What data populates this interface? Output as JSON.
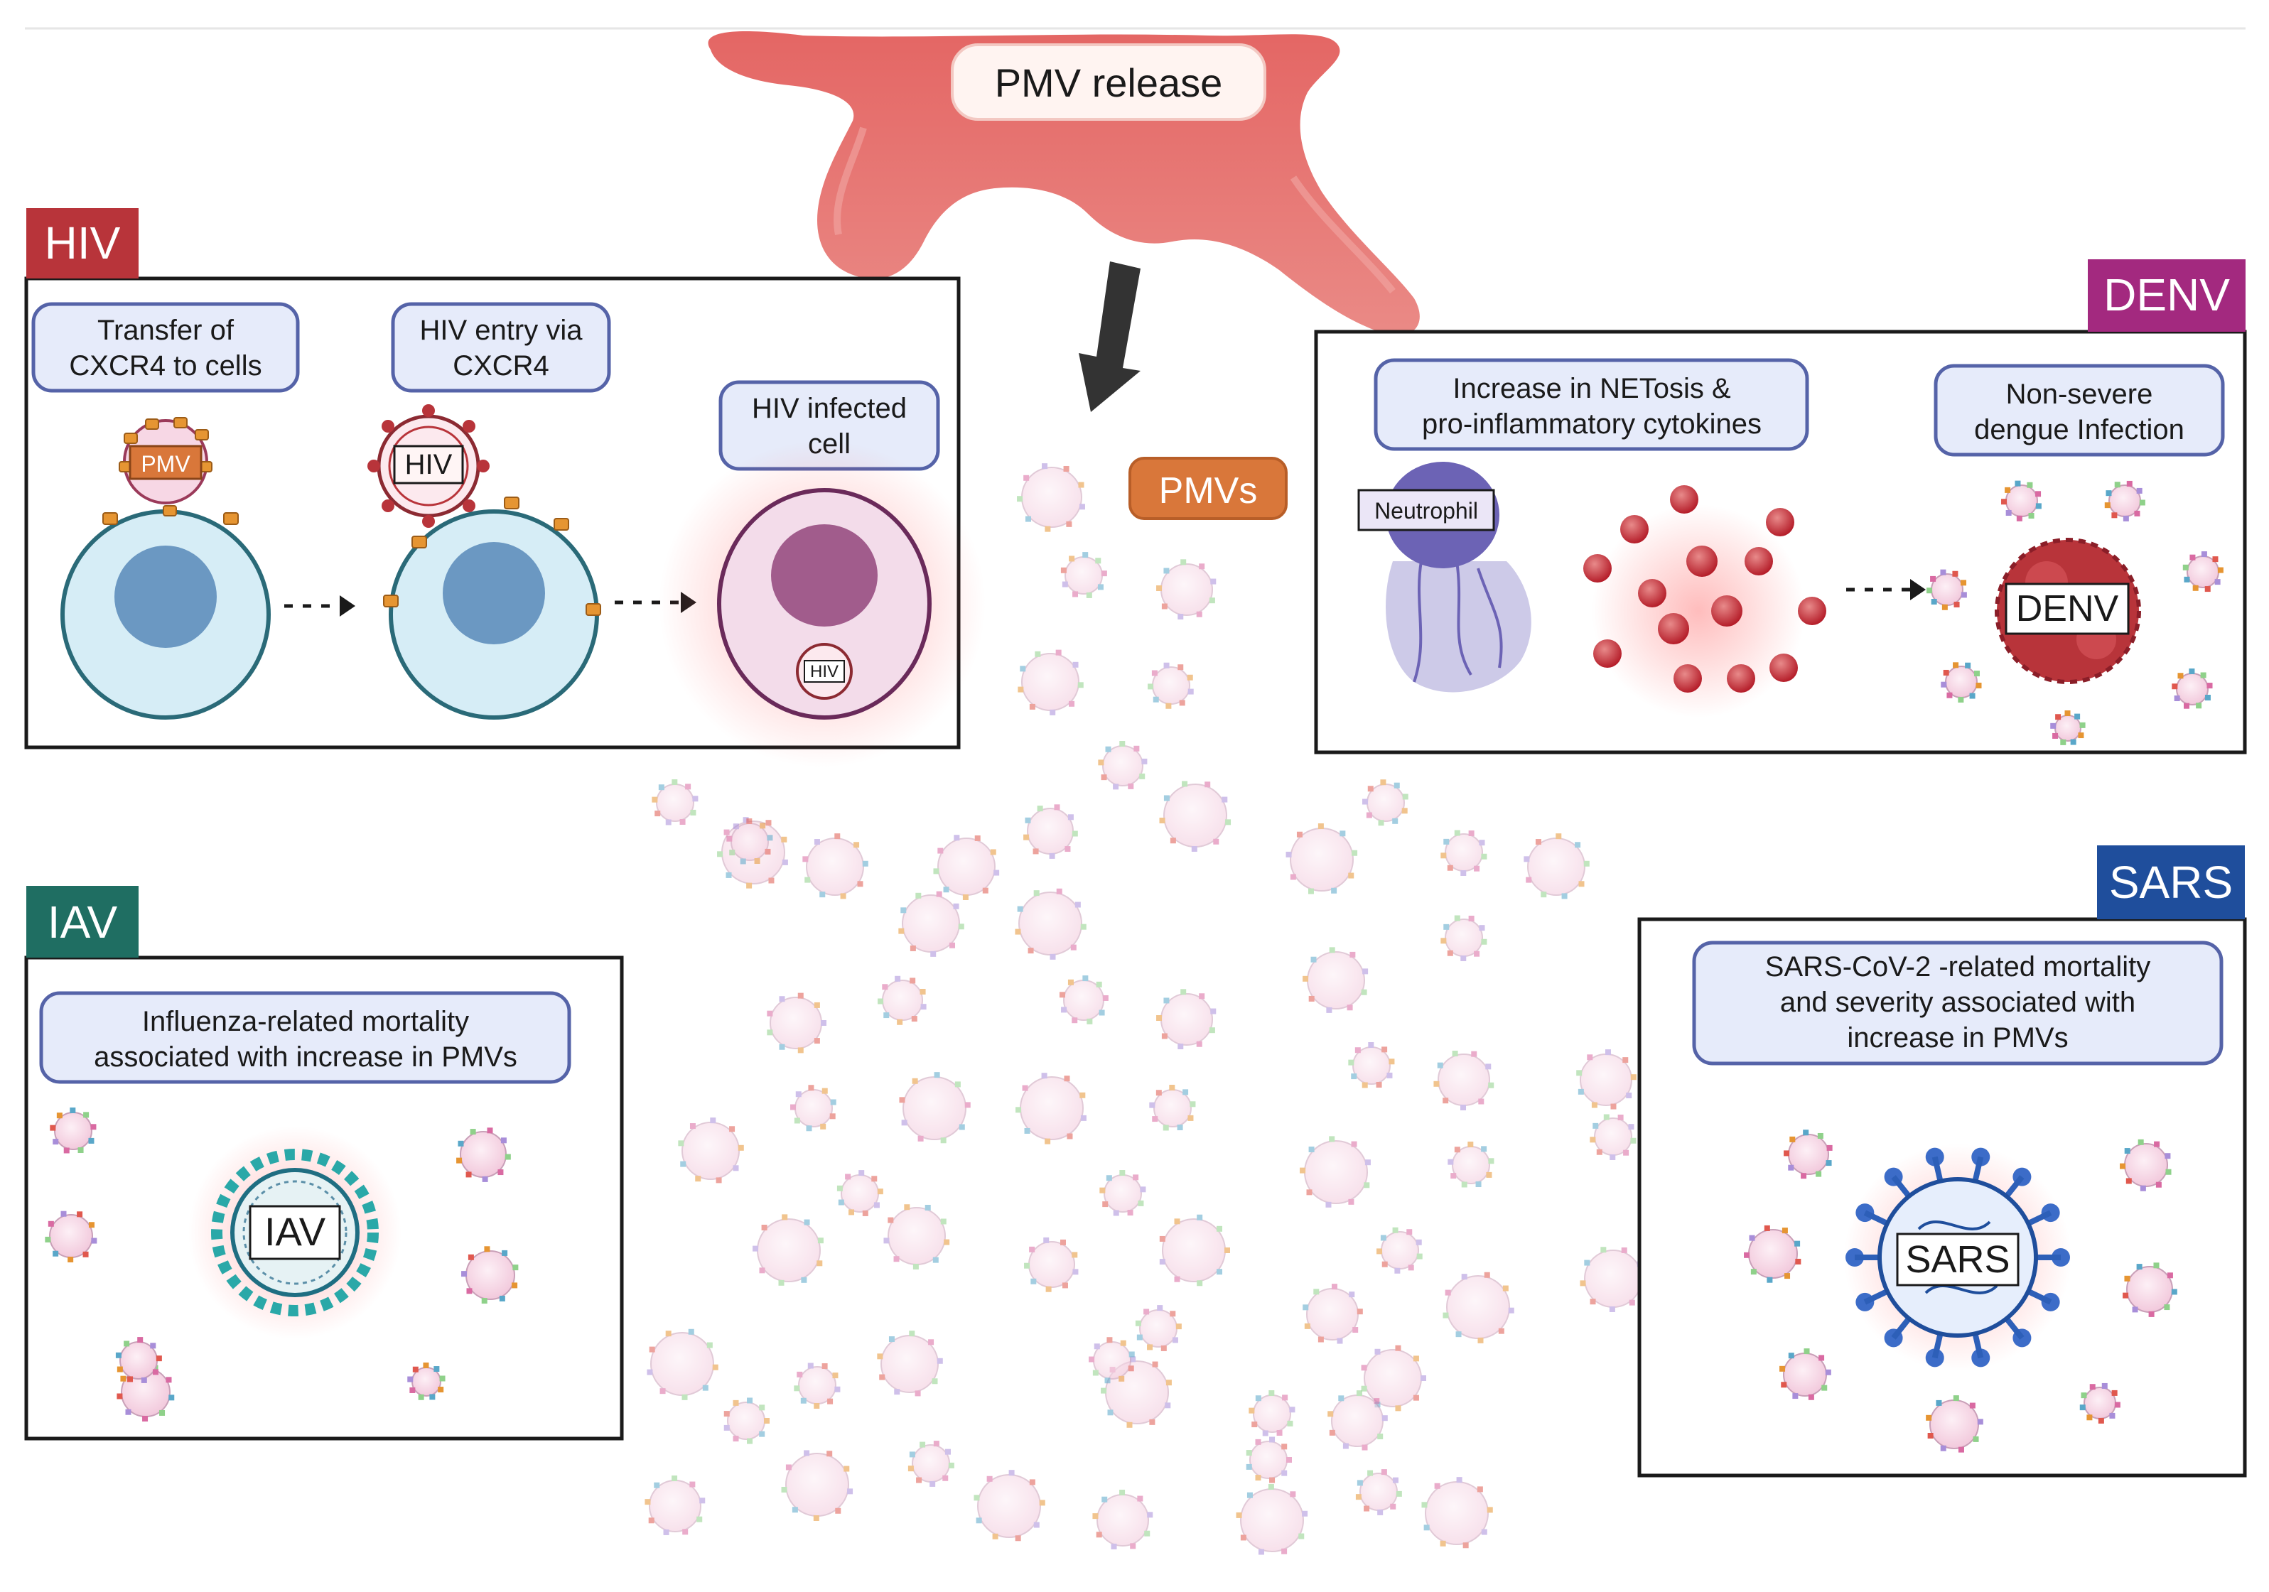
{
  "header": {
    "pmv_release": "PMV release",
    "pmvs_label": "PMVs"
  },
  "hiv": {
    "tag": "HIV",
    "step1": [
      "Transfer of",
      "CXCR4 to cells"
    ],
    "step2": [
      "HIV entry via",
      "CXCR4"
    ],
    "step3": [
      "HIV infected",
      "cell"
    ],
    "pmv_badge": "PMV",
    "virus_badge": "HIV",
    "small_badge": "HIV"
  },
  "denv": {
    "tag": "DENV",
    "note1": [
      "Increase in NETosis &",
      "pro-inflammatory cytokines"
    ],
    "note2": [
      "Non-severe",
      "dengue Infection"
    ],
    "neutrophil": "Neutrophil",
    "virus_badge": "DENV"
  },
  "iav": {
    "tag": "IAV",
    "note": [
      "Influenza-related mortality",
      "associated with increase in PMVs"
    ],
    "virus_badge": "IAV"
  },
  "sars": {
    "tag": "SARS",
    "note": [
      "SARS-CoV-2 -related mortality",
      "and severity  associated with",
      "increase in PMVs"
    ],
    "virus_badge": "SARS"
  },
  "colors": {
    "hiv": "#b8343a",
    "denv": "#a3297f",
    "iav": "#1f6e62",
    "sars": "#1f4e9c",
    "pmvs": "#d9773a",
    "platelet": "#e27672",
    "note_fill": "#e6ebfa",
    "note_stroke": "#5563a8"
  }
}
